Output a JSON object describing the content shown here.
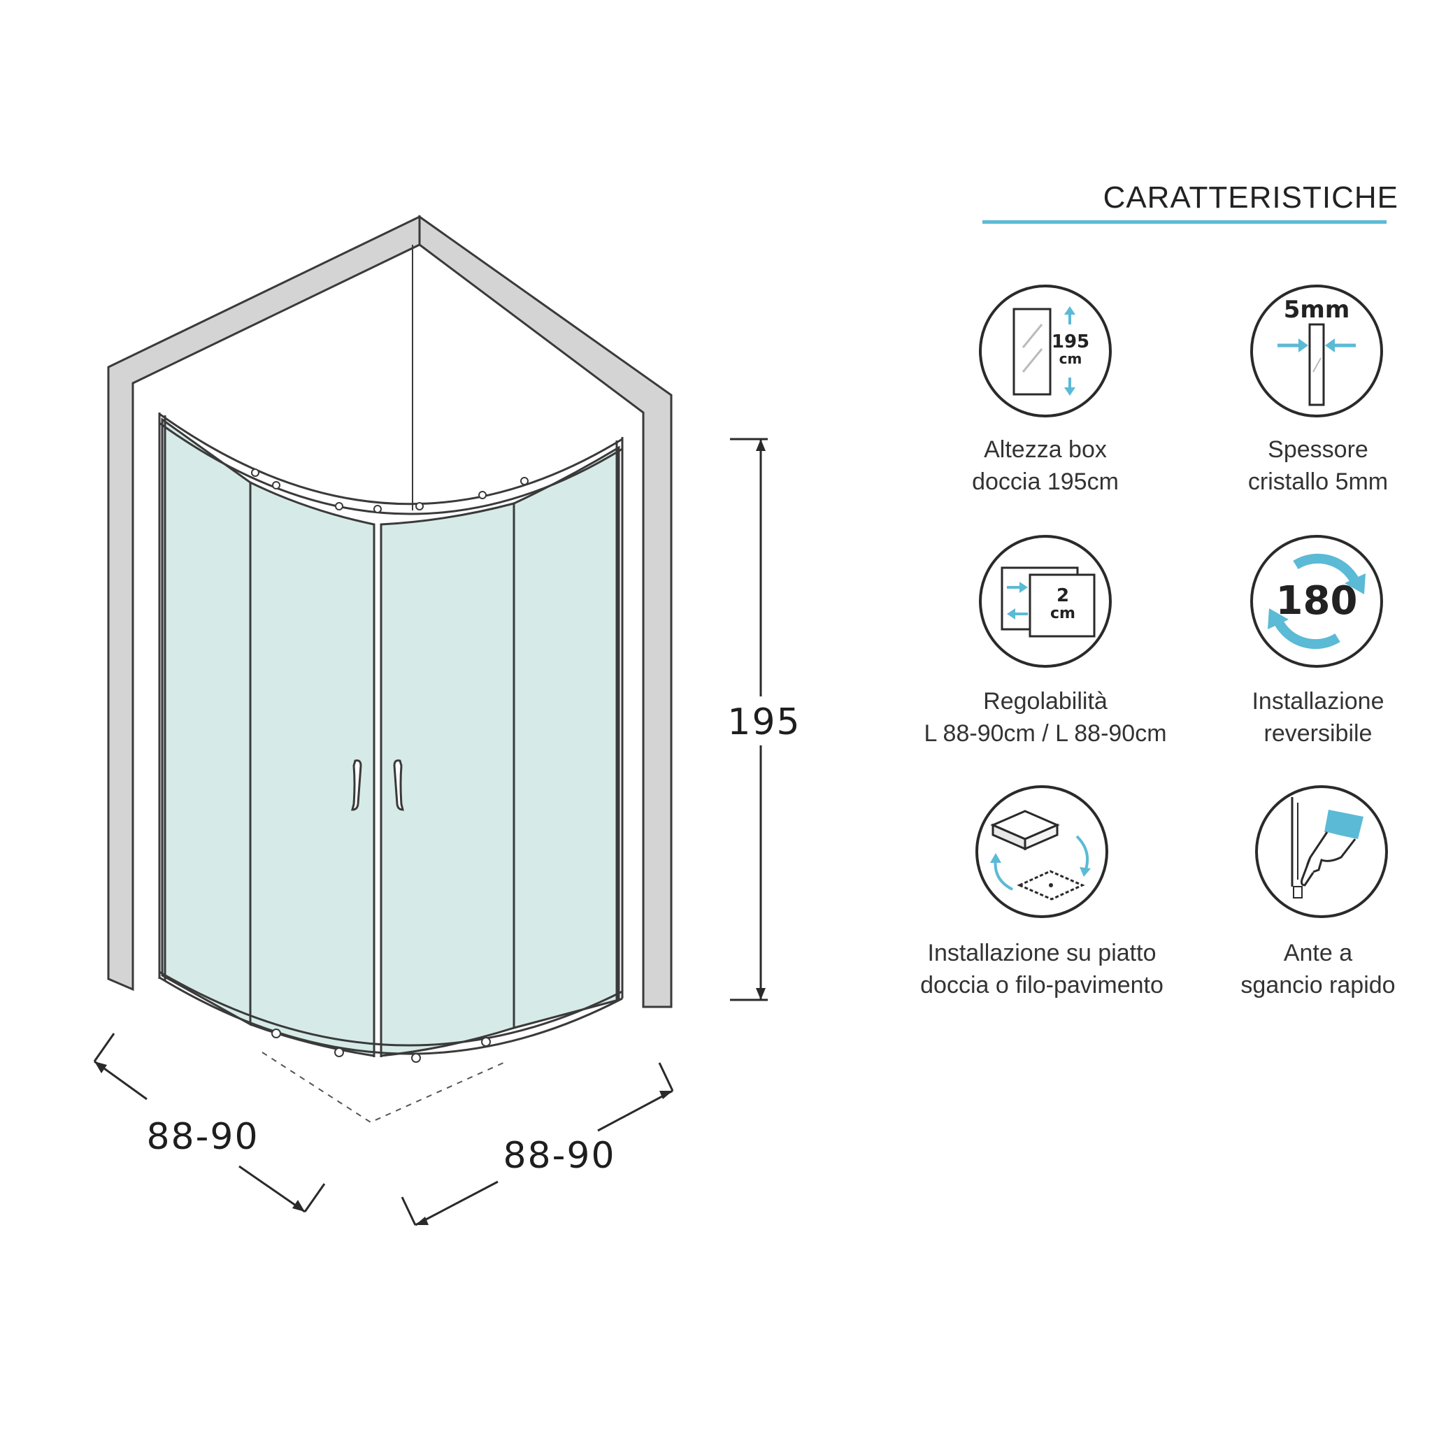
{
  "colors": {
    "accent": "#5bbad5",
    "glass": "#d6ebe8",
    "wall": "#d4d4d4",
    "outline": "#3a3a3a"
  },
  "diagram": {
    "height_label": "195",
    "width_left_label": "88-90",
    "width_right_label": "88-90"
  },
  "features": {
    "title": "CARATTERISTICHE",
    "items": [
      {
        "icon": "height-195cm-icon",
        "icon_text": [
          "195",
          "cm"
        ],
        "line1": "Altezza box",
        "line2": "doccia 195cm"
      },
      {
        "icon": "glass-thickness-icon",
        "icon_text": [
          "5mm"
        ],
        "line1": "Spessore",
        "line2": "cristallo 5mm"
      },
      {
        "icon": "adjustability-icon",
        "icon_text": [
          "2",
          "cm"
        ],
        "line1": "Regolabilità",
        "line2": "L 88-90cm / L 88-90cm"
      },
      {
        "icon": "reversible-180-icon",
        "icon_text": [
          "180"
        ],
        "line1": "Installazione",
        "line2": "reversibile"
      },
      {
        "icon": "tray-or-floor-install-icon",
        "icon_text": [],
        "line1": "Installazione su piatto",
        "line2": "doccia o filo-pavimento"
      },
      {
        "icon": "quick-release-doors-icon",
        "icon_text": [],
        "line1": "Ante a",
        "line2": "sgancio rapido"
      }
    ]
  }
}
